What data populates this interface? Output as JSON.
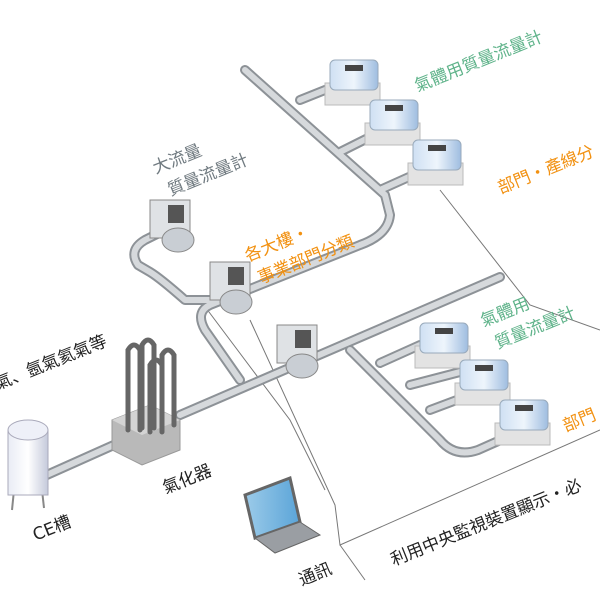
{
  "labels": {
    "gas_types": "氣、氬氣氦氣等",
    "ce_tank": "CE槽",
    "vaporizer": "氣化器",
    "large_flow_line1": "大流量",
    "large_flow_line2": "質量流量計",
    "building_line1": "各大樓・",
    "building_line2": "事業部門分類",
    "gas_mfm_top": "氣體用質量流量計",
    "dept_top": "部門・產線分",
    "gas_mfm_mid_line1": "氣體用",
    "gas_mfm_mid_line2": "質量流量計",
    "dept_mid": "部門",
    "communication": "通訊",
    "central_monitor": "利用中央監視裝置顯示・必"
  },
  "colors": {
    "green_label": "#5fb38a",
    "orange_label": "#f29111",
    "gray_label": "#707a80",
    "pipe": "#b8bcc0"
  }
}
